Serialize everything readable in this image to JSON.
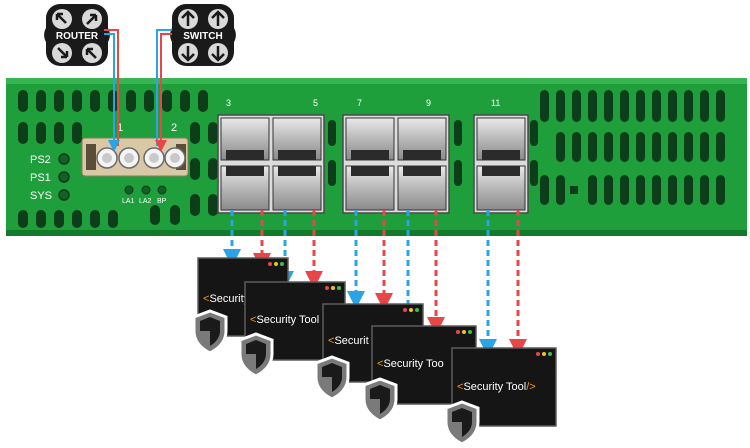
{
  "devices": {
    "router_label": "ROUTER",
    "switch_label": "SWITCH"
  },
  "chassis": {
    "status_leds": [
      "PS2",
      "PS1",
      "SYS"
    ],
    "bypass_labels": [
      "LA1",
      "LA2",
      "BP"
    ],
    "bypass_port_numbers": [
      "1",
      "2"
    ],
    "sfp_port_numbers": [
      "3",
      "5",
      "7",
      "9",
      "11"
    ]
  },
  "tools": {
    "label_open": "<",
    "label_text": "Security Tool",
    "label_close": "/>",
    "truncated_labels": [
      "Security",
      "Security Tool",
      "Securit",
      "Security Too",
      "Security Tool"
    ]
  },
  "colors": {
    "chassis_green": "#1f9e3c",
    "chassis_dark": "#0c5a22",
    "link_blue": "#2aa4e4",
    "link_red": "#e8474a",
    "tool_dark": "#151515",
    "tool_accent": "#f29a1e"
  }
}
